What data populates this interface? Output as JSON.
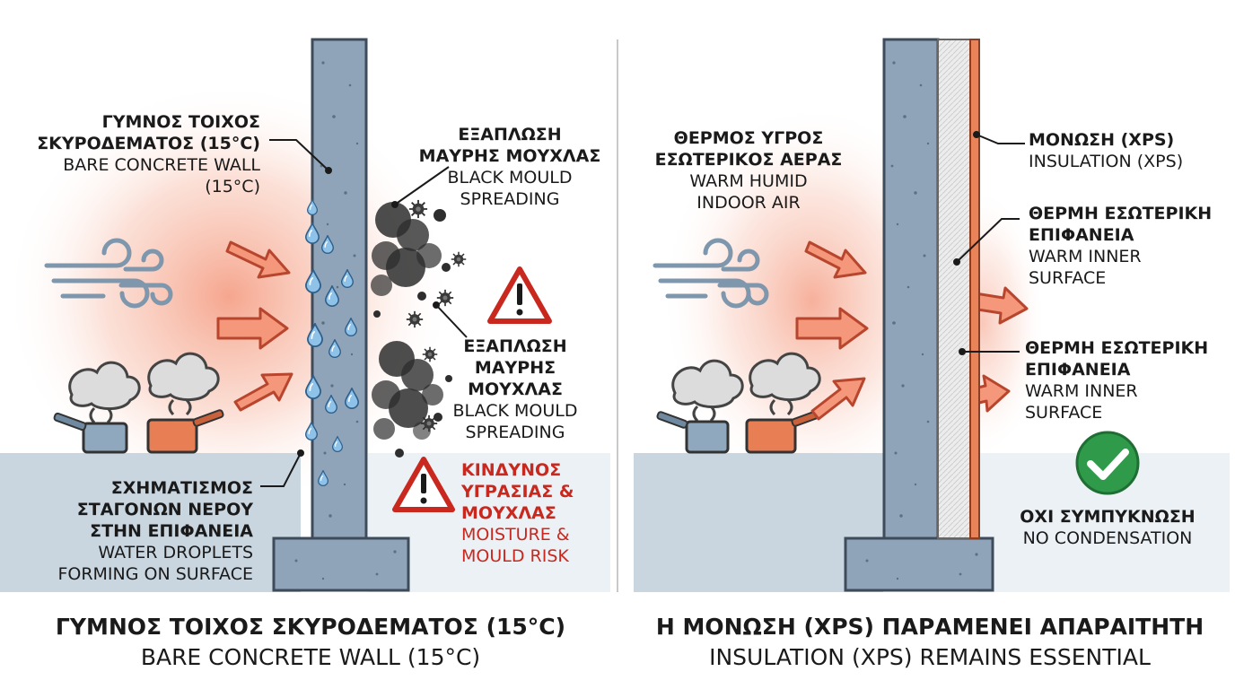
{
  "colors": {
    "concrete": "#8fa4b8",
    "concrete_dark": "#3d4b5a",
    "warm_glow": "#f4967a",
    "arrow": "#f4977a",
    "arrow_stroke": "#b8462e",
    "floor": "#c9d6e0",
    "mould": "#2e2e2e",
    "droplet": "#8ec2e8",
    "insulation": "#ececec",
    "finish": "#e8835a",
    "warning_red": "#d32f2f",
    "check_green": "#2e9a4a",
    "pot_blue": "#8fa8bd",
    "pot_orange": "#e87e54",
    "steam": "#dcdcdc"
  },
  "left_panel": {
    "wall_label": {
      "gr": "ΓΥΜΝΟΣ ΤΟΙΧΟΣ\nΣΚΥΡΟΔΕΜΑΤΟΣ (15°C)",
      "en": "BARE CONCRETE WALL\n(15°C)"
    },
    "mould_top": {
      "gr": "ΕΞΑΠΛΩΣΗ\nΜΑΥΡΗΣ ΜΟΥΧΛΑΣ",
      "en": "BLACK MOULD\nSPREADING"
    },
    "mould_mid": {
      "gr": "ΕΞΑΠΛΩΣΗ\nΜΑΥΡΗΣ\nΜΟΥΧΛΑΣ",
      "en": "BLACK MOULD\nSPREADING"
    },
    "risk": {
      "gr": "ΚΙΝΔΥΝΟΣ\nΥΓΡΑΣΙΑΣ &\nΜΟΥΧΛΑΣ",
      "en": "MOISTURE &\nMOULD RISK"
    },
    "droplets": {
      "gr": "ΣΧΗΜΑΤΙΣΜΟΣ\nΣΤΑΓΟΝΩΝ ΝΕΡΟΥ\nΣΤΗΝ ΕΠΙΦΑΝΕΙΑ",
      "en": "WATER DROPLETS\nFORMING ON SURFACE"
    },
    "caption": {
      "gr": "ΓΥΜΝΟΣ ΤΟΙΧΟΣ ΣΚΥΡΟΔΕΜΑΤΟΣ (15°C)",
      "en": "BARE CONCRETE WALL (15°C)"
    },
    "icons": [
      "wind-icon",
      "steaming-pot-icon",
      "mould-spore-icon",
      "water-droplet-icon",
      "warning-triangle-icon"
    ]
  },
  "right_panel": {
    "air_label": {
      "gr": "ΘΕΡΜΟΣ ΥΓΡΟΣ\nΕΣΩΤΕΡΙΚΟΣ ΑΕΡΑΣ",
      "en": "WARM HUMID\nINDOOR AIR"
    },
    "insulation_label": {
      "gr": "ΜΟΝΩΣΗ (XPS)",
      "en": "INSULATION (XPS)"
    },
    "warm_surface_1": {
      "gr": "ΘΕΡΜΗ ΕΣΩΤΕΡΙΚΗ\nΕΠΙΦΑΝΕΙΑ",
      "en": "WARM INNER\nSURFACE"
    },
    "warm_surface_2": {
      "gr": "ΘΕΡΜΗ ΕΣΩΤΕΡΙΚΗ\nΕΠΙΦΑΝΕΙΑ",
      "en": "WARM INNER\nSURFACE"
    },
    "no_condensation": {
      "gr": "ΟΧΙ ΣΥΜΠΥΚΝΩΣΗ",
      "en": "NO CONDENSATION"
    },
    "caption": {
      "gr": "Η ΜΟΝΩΣΗ (XPS) ΠΑΡΑΜΕΝΕΙ ΑΠΑΡΑΙΤΗΤΗ",
      "en": "INSULATION (XPS) REMAINS ESSENTIAL"
    },
    "icons": [
      "wind-icon",
      "steaming-pot-icon",
      "check-circle-icon"
    ]
  }
}
